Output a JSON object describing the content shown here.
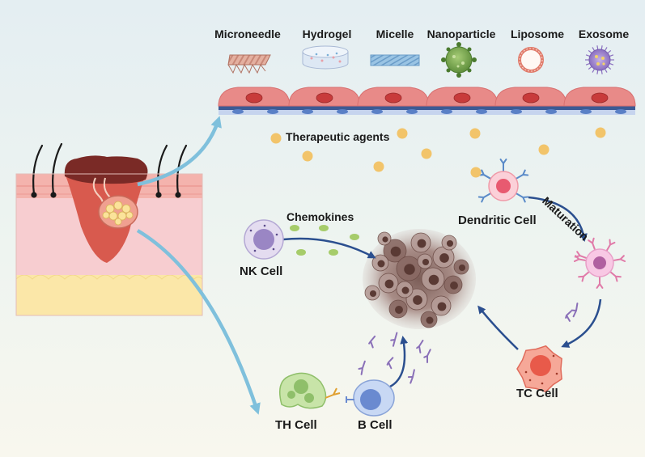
{
  "carriers": [
    {
      "key": "microneedle",
      "label": "Microneedle"
    },
    {
      "key": "hydrogel",
      "label": "Hydrogel"
    },
    {
      "key": "micelle",
      "label": "Micelle"
    },
    {
      "key": "nanoparticle",
      "label": "Nanoparticle"
    },
    {
      "key": "liposome",
      "label": "Liposome"
    },
    {
      "key": "exosome",
      "label": "Exosome"
    }
  ],
  "labels": {
    "therapeutic_agents": "Therapeutic agents",
    "chemokines": "Chemokines",
    "maturation": "Maturation",
    "dendritic_cell": "Dendritic Cell",
    "nk_cell": "NK Cell",
    "tc_cell": "TC Cell",
    "th_cell": "TH Cell",
    "b_cell": "B Cell"
  },
  "colors": {
    "epithelium": "#e88a88",
    "nucleus": "#c83b3b",
    "vessel": "#5a80c6",
    "arrow_dark": "#2b4f8f",
    "arrow_light": "#7fc0dc",
    "agent": "#f2c46a",
    "chemokine": "#a6cc6a",
    "tumor": "#8c6a64",
    "dendritic": "#f07a88",
    "nk": "#9a86c4",
    "tc": "#e86a5a",
    "th": "#8fbf6a",
    "b": "#6a8ad0",
    "antibody": "#8a70b8"
  }
}
